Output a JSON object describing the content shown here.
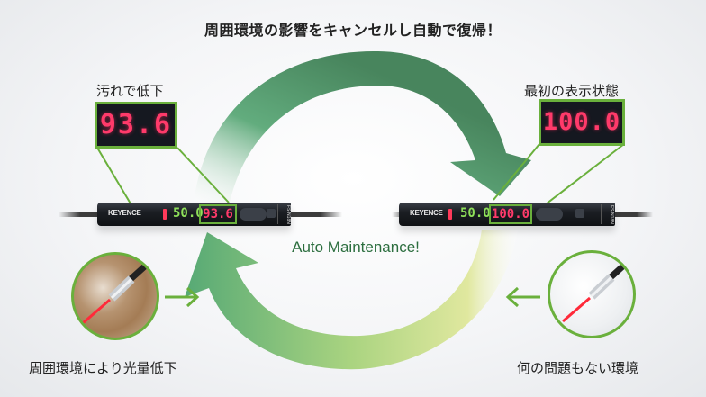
{
  "headline": "周囲環境の影響をキャンセルし自動で復帰！",
  "center_label": "Auto Maintenance!",
  "left": {
    "top_label": "汚れで低下",
    "display_value": "93.6",
    "threshold_value": "50.0",
    "brand": "KEYENCE",
    "model": "FS-N18N",
    "bottom_label": "周囲環境により光量低下",
    "condition": "dust / contaminated environment"
  },
  "right": {
    "top_label": "最初の表示状態",
    "display_value": "100.0",
    "threshold_value": "50.0",
    "brand": "KEYENCE",
    "model": "FS-N18N",
    "bottom_label": "何の問題もない環境",
    "condition": "clean environment"
  },
  "colors": {
    "accent_green": "#6ab03c",
    "arrow_dark": "#3f7f55",
    "arrow_light": "#d8e486",
    "display_red": "#ff3a6a",
    "text_green": "#2c6e3f"
  }
}
